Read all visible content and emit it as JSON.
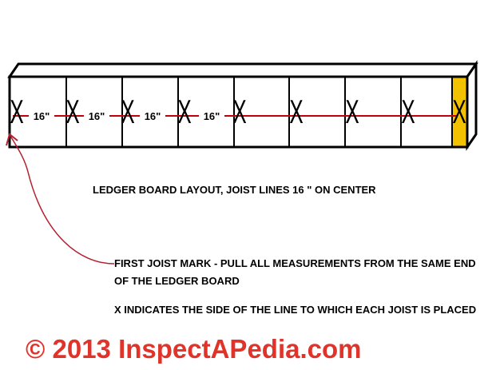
{
  "diagram": {
    "spacing_labels": [
      "16\"",
      "16\"",
      "16\"",
      "16\""
    ],
    "joist_mark": "X",
    "title": "LEDGER BOARD LAYOUT, JOIST LINES 16 \" ON CENTER",
    "note_first_joist": [
      "FIRST JOIST MARK - PULL ALL MEASUREMENTS FROM THE SAME END",
      "OF THE LEDGER BOARD"
    ],
    "note_x": "X  INDICATES THE SIDE OF THE LINE TO WHICH EACH JOIST IS PLACED",
    "copyright": "© 2013 InspectAPedia.com",
    "colors": {
      "board_outline": "#000000",
      "layout_line": "#c0000a",
      "end_block": "#f2c200",
      "copyright": "#e0342a",
      "arrow": "#b42030"
    }
  }
}
